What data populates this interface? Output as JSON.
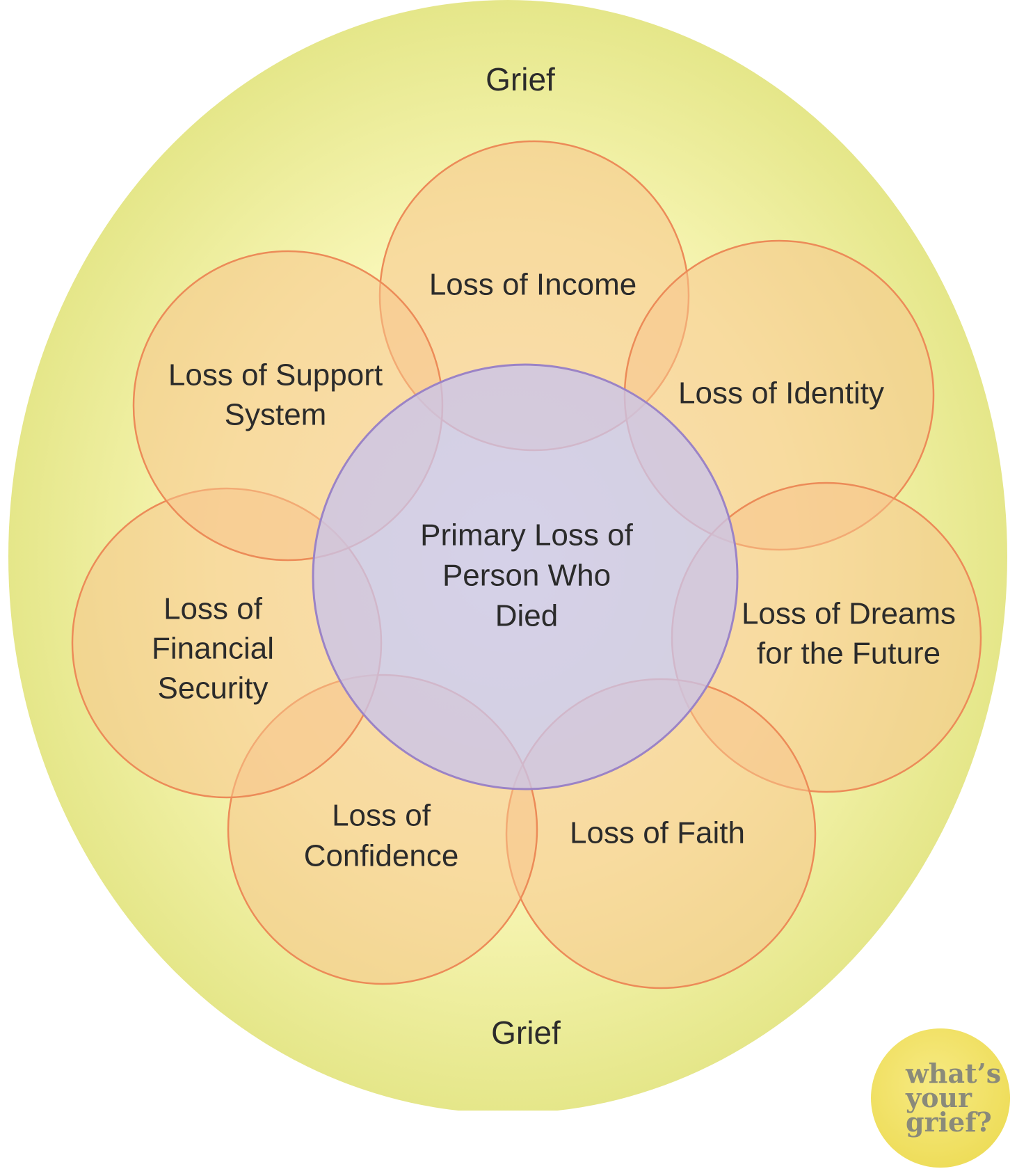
{
  "diagram": {
    "outer_label_top": "Grief",
    "outer_label_bottom": "Grief",
    "center": {
      "lines": [
        "Primary Loss of",
        "Person Who",
        "Died"
      ]
    },
    "losses": [
      {
        "id": "income",
        "lines": [
          "Loss of Income"
        ]
      },
      {
        "id": "identity",
        "lines": [
          "Loss of Identity"
        ]
      },
      {
        "id": "dreams",
        "lines": [
          "Loss of Dreams",
          "for the Future"
        ]
      },
      {
        "id": "faith",
        "lines": [
          "Loss of Faith"
        ]
      },
      {
        "id": "confidence",
        "lines": [
          "Loss of",
          "Confidence"
        ]
      },
      {
        "id": "financial",
        "lines": [
          "Loss of",
          "Financial",
          "Security"
        ]
      },
      {
        "id": "support",
        "lines": [
          "Loss of Support",
          "System"
        ]
      }
    ],
    "colors": {
      "grief_fill_center": "#fbf9c0",
      "grief_fill_edge": "#e6e88a",
      "loss_fill": "#f7c98e",
      "loss_stroke": "#ec8c5a",
      "center_fill": "#cfcbe6",
      "center_stroke": "#9a82c4",
      "text": "#2b2b2b"
    }
  },
  "logo": {
    "lines": [
      "what’s",
      "your",
      "grief?"
    ],
    "color": "#f3e36a"
  }
}
